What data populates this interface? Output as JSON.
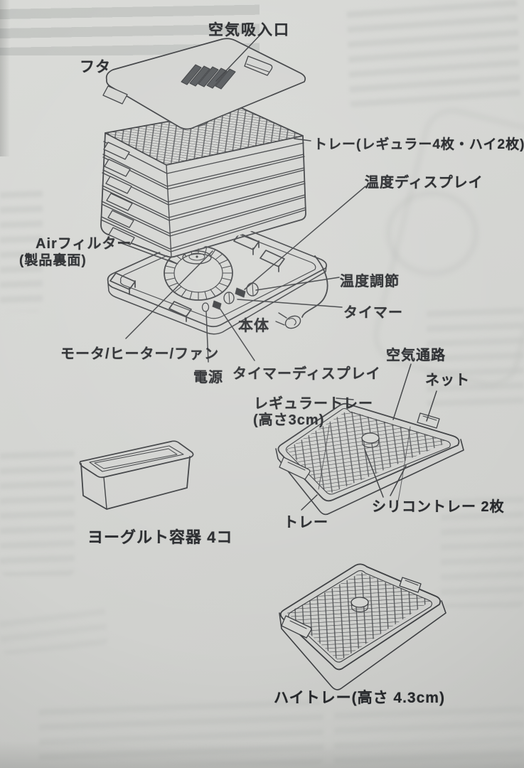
{
  "page": {
    "type": "instruction-manual parts diagram (food dehydrator)",
    "paper_color": "#d3d4d1",
    "line_color": "#3d3f42",
    "text_color": "#27292c"
  },
  "labels": {
    "air_intake": "空気吸入口",
    "lid": "フタ",
    "tray_stack": "トレー(レギュラー4枚・ハイ2枚)",
    "temp_display": "温度ディスプレイ",
    "air_filter": "Airフィルター",
    "air_filter_note": "(製品裏面)",
    "temp_control": "温度調節",
    "timer": "タイマー",
    "main_body": "本体",
    "motor_heater_fan": "モータ/ヒーター/ファン",
    "power": "電源",
    "timer_display": "タイマーディスプレイ",
    "air_passage": "空気通路",
    "net": "ネット",
    "regular_tray": "レギュラートレー",
    "regular_tray_height": "(高さ3cm)",
    "silicone_tray": "シリコントレー 2枚",
    "tray": "トレー",
    "yogurt_container": "ヨーグルト容器 4コ",
    "high_tray": "ハイトレー(高さ 4.3cm)"
  }
}
